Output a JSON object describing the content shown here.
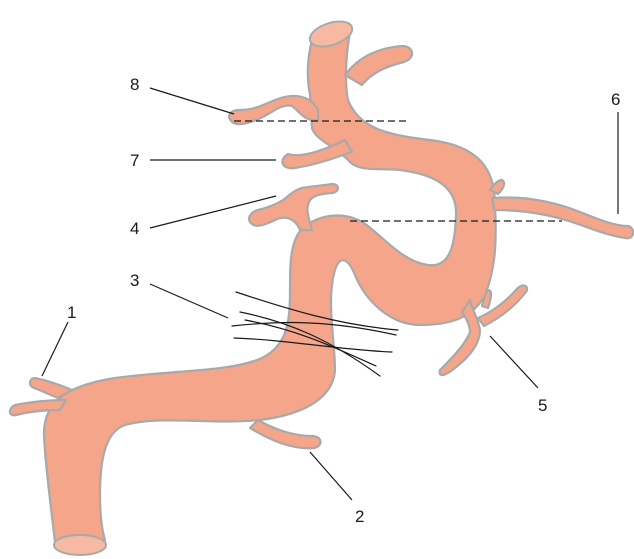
{
  "labels": {
    "l1": "1",
    "l2": "2",
    "l3": "3",
    "l4": "4",
    "l5": "5",
    "l6": "6",
    "l7": "7",
    "l8": "8"
  },
  "colors": {
    "vessel": "#f4a58a",
    "outline": "#a9a9a9",
    "ink": "#1a1a1a"
  }
}
